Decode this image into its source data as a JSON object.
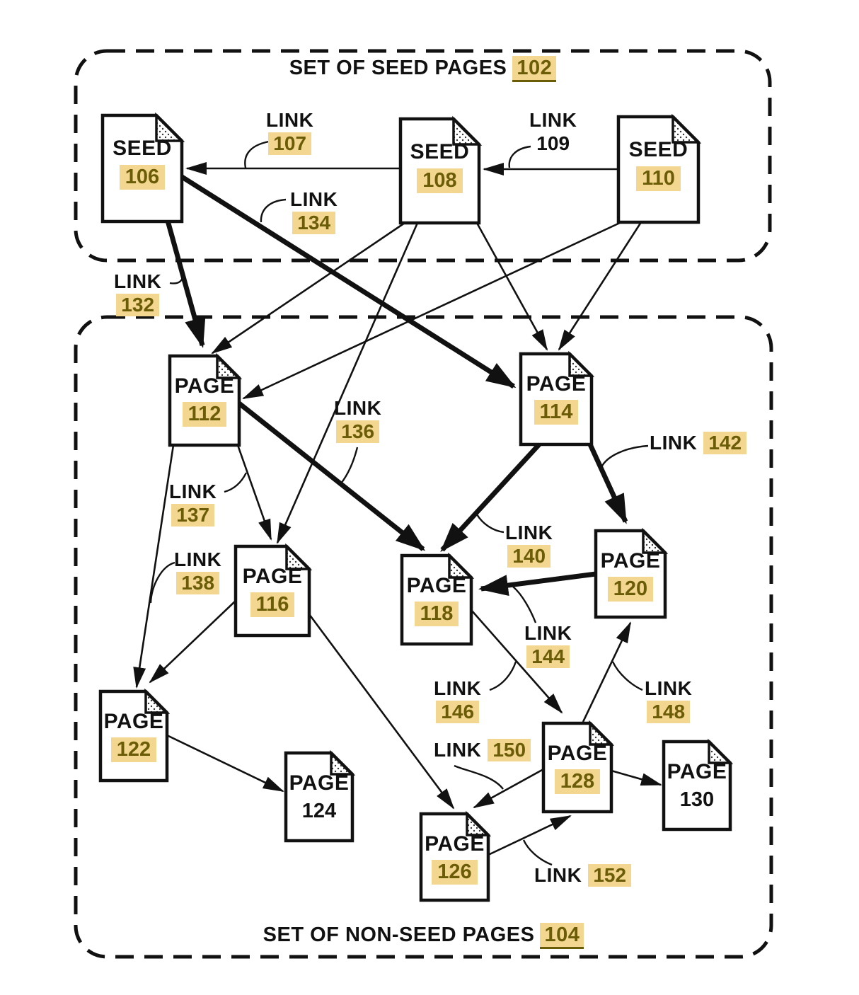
{
  "figure": {
    "background": "#ffffff",
    "line_color": "#111111",
    "highlight_color": "#f3d68f",
    "ref_text_color": "#6b5d07"
  },
  "groups": {
    "seed": {
      "title": "SET OF SEED PAGES",
      "ref": "102"
    },
    "nonseed": {
      "title": "SET OF NON-SEED PAGES",
      "ref": "104"
    }
  },
  "nodes": [
    {
      "id": "seed-106",
      "label": "SEED",
      "ref": "106",
      "highlighted": true
    },
    {
      "id": "seed-108",
      "label": "SEED",
      "ref": "108",
      "highlighted": true
    },
    {
      "id": "seed-110",
      "label": "SEED",
      "ref": "110",
      "highlighted": true
    },
    {
      "id": "page-112",
      "label": "PAGE",
      "ref": "112",
      "highlighted": true
    },
    {
      "id": "page-114",
      "label": "PAGE",
      "ref": "114",
      "highlighted": true
    },
    {
      "id": "page-116",
      "label": "PAGE",
      "ref": "116",
      "highlighted": true
    },
    {
      "id": "page-118",
      "label": "PAGE",
      "ref": "118",
      "highlighted": true
    },
    {
      "id": "page-120",
      "label": "PAGE",
      "ref": "120",
      "highlighted": true
    },
    {
      "id": "page-122",
      "label": "PAGE",
      "ref": "122",
      "highlighted": true
    },
    {
      "id": "page-124",
      "label": "PAGE",
      "ref": "124",
      "highlighted": false
    },
    {
      "id": "page-126",
      "label": "PAGE",
      "ref": "126",
      "highlighted": true
    },
    {
      "id": "page-128",
      "label": "PAGE",
      "ref": "128",
      "highlighted": true
    },
    {
      "id": "page-130",
      "label": "PAGE",
      "ref": "130",
      "highlighted": false
    }
  ],
  "links": [
    {
      "id": "link-107",
      "label": "LINK",
      "ref": "107",
      "highlighted": true
    },
    {
      "id": "link-109",
      "label": "LINK",
      "ref": "109",
      "highlighted": false
    },
    {
      "id": "link-134",
      "label": "LINK",
      "ref": "134",
      "highlighted": true
    },
    {
      "id": "link-132",
      "label": "LINK",
      "ref": "132",
      "highlighted": true
    },
    {
      "id": "link-136",
      "label": "LINK",
      "ref": "136",
      "highlighted": true
    },
    {
      "id": "link-137",
      "label": "LINK",
      "ref": "137",
      "highlighted": true
    },
    {
      "id": "link-138",
      "label": "LINK",
      "ref": "138",
      "highlighted": true
    },
    {
      "id": "link-140",
      "label": "LINK",
      "ref": "140",
      "highlighted": true
    },
    {
      "id": "link-142",
      "label": "LINK",
      "ref": "142",
      "highlighted": true
    },
    {
      "id": "link-144",
      "label": "LINK",
      "ref": "144",
      "highlighted": true
    },
    {
      "id": "link-146",
      "label": "LINK",
      "ref": "146",
      "highlighted": true
    },
    {
      "id": "link-148",
      "label": "LINK",
      "ref": "148",
      "highlighted": true
    },
    {
      "id": "link-150",
      "label": "LINK",
      "ref": "150",
      "highlighted": true
    },
    {
      "id": "link-152",
      "label": "LINK",
      "ref": "152",
      "highlighted": true
    }
  ],
  "edges": [
    {
      "from": "seed-108",
      "to": "seed-106",
      "link": "107",
      "thick": false
    },
    {
      "from": "seed-110",
      "to": "seed-108",
      "link": "109",
      "thick": false
    },
    {
      "from": "seed-106",
      "to": "page-112",
      "link": "132",
      "thick": true
    },
    {
      "from": "seed-106",
      "to": "page-114",
      "link": "134",
      "thick": true
    },
    {
      "from": "seed-108",
      "to": "page-112",
      "link": null,
      "thick": false
    },
    {
      "from": "seed-108",
      "to": "page-114",
      "link": null,
      "thick": false
    },
    {
      "from": "seed-108",
      "to": "page-116",
      "link": null,
      "thick": false
    },
    {
      "from": "seed-110",
      "to": "page-112",
      "link": null,
      "thick": false
    },
    {
      "from": "seed-110",
      "to": "page-114",
      "link": null,
      "thick": false
    },
    {
      "from": "page-112",
      "to": "page-116",
      "link": "137",
      "thick": false
    },
    {
      "from": "page-112",
      "to": "page-122",
      "link": "138",
      "thick": false
    },
    {
      "from": "page-112",
      "to": "page-118",
      "link": "136",
      "thick": true
    },
    {
      "from": "page-114",
      "to": "page-118",
      "link": "140",
      "thick": true
    },
    {
      "from": "page-114",
      "to": "page-120",
      "link": "142",
      "thick": true
    },
    {
      "from": "page-120",
      "to": "page-118",
      "link": "144",
      "thick": true
    },
    {
      "from": "page-116",
      "to": "page-122",
      "link": null,
      "thick": false
    },
    {
      "from": "page-116",
      "to": "page-126",
      "link": null,
      "thick": false
    },
    {
      "from": "page-122",
      "to": "page-124",
      "link": null,
      "thick": false
    },
    {
      "from": "page-118",
      "to": "page-128",
      "link": "146",
      "thick": false
    },
    {
      "from": "page-128",
      "to": "page-120",
      "link": "148",
      "thick": false
    },
    {
      "from": "page-128",
      "to": "page-126",
      "link": "150",
      "thick": false
    },
    {
      "from": "page-126",
      "to": "page-128",
      "link": "152",
      "thick": false
    },
    {
      "from": "page-128",
      "to": "page-130",
      "link": null,
      "thick": false
    }
  ]
}
